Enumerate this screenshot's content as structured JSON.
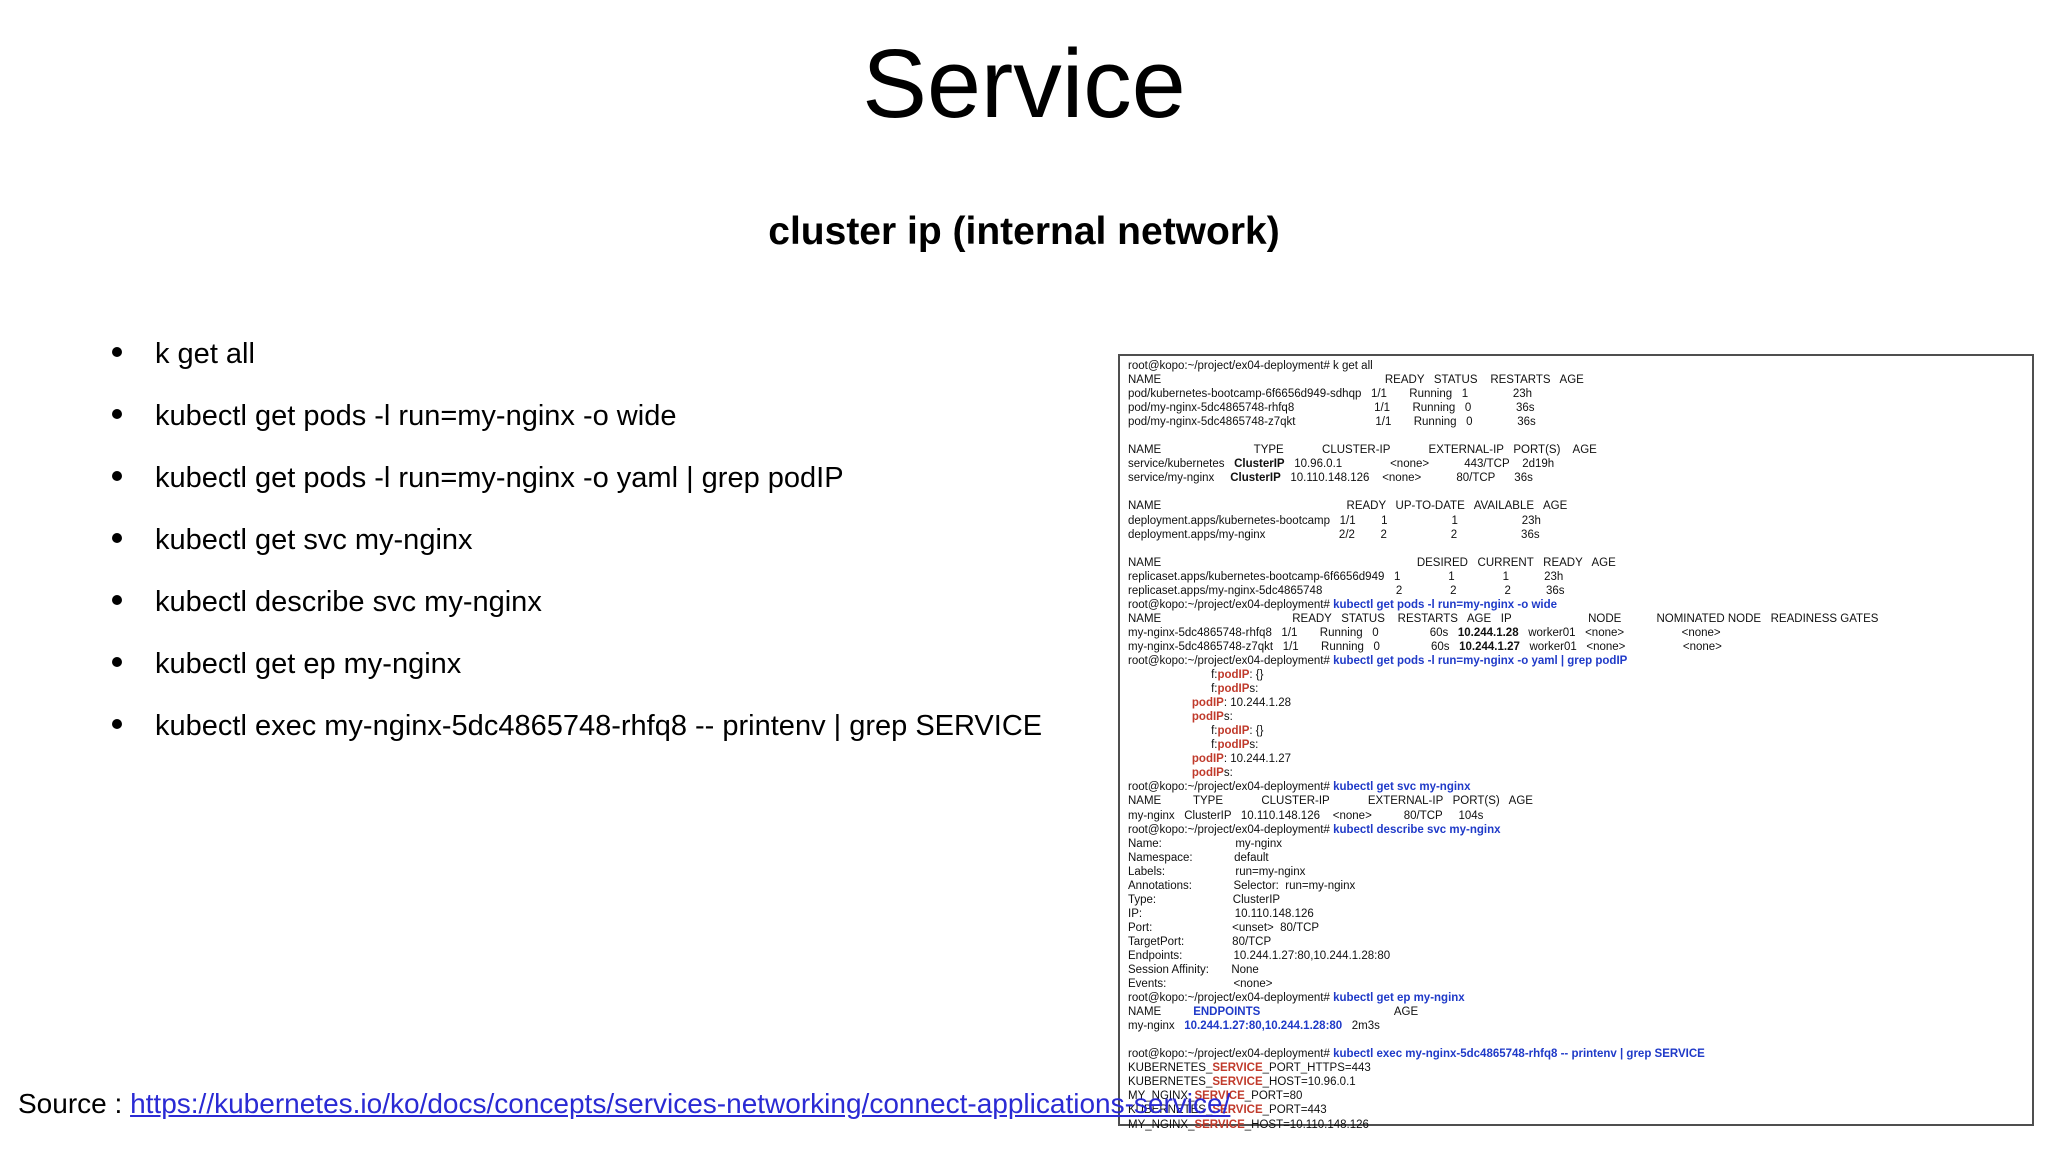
{
  "slide": {
    "title": "Service",
    "subtitle": "cluster ip (internal network)"
  },
  "bullets": [
    "k get all",
    "kubectl get pods -l run=my-nginx -o wide",
    "kubectl get pods -l run=my-nginx -o yaml | grep podIP",
    "kubectl get svc my-nginx",
    "kubectl describe svc my-nginx",
    "kubectl get ep my-nginx",
    "kubectl exec my-nginx-5dc4865748-rhfq8 -- printenv | grep SERVICE"
  ],
  "source": {
    "label": "Source : ",
    "url_text": "https://kubernetes.io/ko/docs/concepts/services-networking/connect-applications-service/"
  },
  "colors": {
    "command_blue": "#1f3ac8",
    "highlight_red": "#c03a2b",
    "link_blue": "#2a2ad4",
    "terminal_border": "#4f4f4f"
  },
  "terminal": {
    "prompt": "root@kopo:~/project/ex04-deployment#",
    "lines": [
      [
        [
          "root@kopo:~/project/ex04-deployment# k get all",
          ""
        ]
      ],
      [
        [
          "NAME                                                                      READY   STATUS    RESTARTS   AGE",
          ""
        ]
      ],
      [
        [
          "pod/kubernetes-bootcamp-6f6656d949-sdhqp   1/1       Running   1              23h",
          ""
        ]
      ],
      [
        [
          "pod/my-nginx-5dc4865748-rhfq8                         1/1       Running   0              36s",
          ""
        ]
      ],
      [
        [
          "pod/my-nginx-5dc4865748-z7qkt                         1/1       Running   0              36s",
          ""
        ]
      ],
      [],
      [
        [
          "NAME                             TYPE            CLUSTER-IP            EXTERNAL-IP   PORT(S)    AGE",
          ""
        ]
      ],
      [
        [
          "service/kubernetes   ",
          ""
        ],
        [
          "ClusterIP",
          "b"
        ],
        [
          "   10.96.0.1               <none>           443/TCP    2d19h",
          ""
        ]
      ],
      [
        [
          "service/my-nginx     ",
          ""
        ],
        [
          "ClusterIP",
          "b"
        ],
        [
          "   10.110.148.126    <none>           80/TCP      36s",
          ""
        ]
      ],
      [],
      [
        [
          "NAME                                                          READY   UP-TO-DATE   AVAILABLE   AGE",
          ""
        ]
      ],
      [
        [
          "deployment.apps/kubernetes-bootcamp   1/1        1                    1                    23h",
          ""
        ]
      ],
      [
        [
          "deployment.apps/my-nginx                       2/2        2                    2                    36s",
          ""
        ]
      ],
      [],
      [
        [
          "NAME                                                                                DESIRED   CURRENT   READY   AGE",
          ""
        ]
      ],
      [
        [
          "replicaset.apps/kubernetes-bootcamp-6f6656d949   1               1               1           23h",
          ""
        ]
      ],
      [
        [
          "replicaset.apps/my-nginx-5dc4865748                       2               2               2           36s",
          ""
        ]
      ],
      [
        [
          "root@kopo:~/project/ex04-deployment# ",
          ""
        ],
        [
          "kubectl get pods -l run=my-nginx -o wide",
          "c"
        ]
      ],
      [
        [
          "NAME                                         READY   STATUS    RESTARTS   AGE   IP                        NODE           NOMINATED NODE   READINESS GATES",
          ""
        ]
      ],
      [
        [
          "my-nginx-5dc4865748-rhfq8   1/1       Running   0                60s   ",
          ""
        ],
        [
          "10.244.1.28",
          "b"
        ],
        [
          "   worker01   <none>                  <none>",
          ""
        ]
      ],
      [
        [
          "my-nginx-5dc4865748-z7qkt   1/1       Running   0                60s   ",
          ""
        ],
        [
          "10.244.1.27",
          "b"
        ],
        [
          "   worker01   <none>                  <none>",
          ""
        ]
      ],
      [
        [
          "root@kopo:~/project/ex04-deployment# ",
          ""
        ],
        [
          "kubectl get pods -l run=my-nginx -o yaml | grep podIP",
          "c"
        ]
      ],
      [
        [
          "                          f:",
          ""
        ],
        [
          "podIP",
          "r"
        ],
        [
          ": {}",
          ""
        ]
      ],
      [
        [
          "                          f:",
          ""
        ],
        [
          "podIP",
          "r"
        ],
        [
          "s:",
          ""
        ]
      ],
      [
        [
          "                    ",
          ""
        ],
        [
          "podIP",
          "r"
        ],
        [
          ": 10.244.1.28",
          ""
        ]
      ],
      [
        [
          "                    ",
          ""
        ],
        [
          "podIP",
          "r"
        ],
        [
          "s:",
          ""
        ]
      ],
      [
        [
          "                          f:",
          ""
        ],
        [
          "podIP",
          "r"
        ],
        [
          ": {}",
          ""
        ]
      ],
      [
        [
          "                          f:",
          ""
        ],
        [
          "podIP",
          "r"
        ],
        [
          "s:",
          ""
        ]
      ],
      [
        [
          "                    ",
          ""
        ],
        [
          "podIP",
          "r"
        ],
        [
          ": 10.244.1.27",
          ""
        ]
      ],
      [
        [
          "                    ",
          ""
        ],
        [
          "podIP",
          "r"
        ],
        [
          "s:",
          ""
        ]
      ],
      [
        [
          "root@kopo:~/project/ex04-deployment# ",
          ""
        ],
        [
          "kubectl get svc my-nginx",
          "c"
        ]
      ],
      [
        [
          "NAME          TYPE            CLUSTER-IP            EXTERNAL-IP   PORT(S)   AGE",
          ""
        ]
      ],
      [
        [
          "my-nginx   ClusterIP   10.110.148.126    <none>          80/TCP     104s",
          ""
        ]
      ],
      [
        [
          "root@kopo:~/project/ex04-deployment# ",
          ""
        ],
        [
          "kubectl describe svc my-nginx",
          "c"
        ]
      ],
      [
        [
          "Name:                       my-nginx",
          ""
        ]
      ],
      [
        [
          "Namespace:             default",
          ""
        ]
      ],
      [
        [
          "Labels:                      run=my-nginx",
          ""
        ]
      ],
      [
        [
          "Annotations:             Selector:  run=my-nginx",
          ""
        ]
      ],
      [
        [
          "Type:                        ClusterIP",
          ""
        ]
      ],
      [
        [
          "IP:                             10.110.148.126",
          ""
        ]
      ],
      [
        [
          "Port:                         <unset>  80/TCP",
          ""
        ]
      ],
      [
        [
          "TargetPort:               80/TCP",
          ""
        ]
      ],
      [
        [
          "Endpoints:                10.244.1.27:80,10.244.1.28:80",
          ""
        ]
      ],
      [
        [
          "Session Affinity:       None",
          ""
        ]
      ],
      [
        [
          "Events:                     <none>",
          ""
        ]
      ],
      [
        [
          "root@kopo:~/project/ex04-deployment# ",
          ""
        ],
        [
          "kubectl get ep my-nginx",
          "c"
        ]
      ],
      [
        [
          "NAME          ",
          ""
        ],
        [
          "ENDPOINTS",
          "c"
        ],
        [
          "                                          AGE",
          ""
        ]
      ],
      [
        [
          "my-nginx   ",
          ""
        ],
        [
          "10.244.1.27:80,10.244.1.28:80",
          "c"
        ],
        [
          "   2m3s",
          ""
        ]
      ],
      [],
      [
        [
          "root@kopo:~/project/ex04-deployment# ",
          ""
        ],
        [
          "kubectl exec my-nginx-5dc4865748-rhfq8 -- printenv | grep SERVICE",
          "c"
        ]
      ],
      [
        [
          "KUBERNETES_",
          ""
        ],
        [
          "SERVICE",
          "r"
        ],
        [
          "_PORT_HTTPS=443",
          ""
        ]
      ],
      [
        [
          "KUBERNETES_",
          ""
        ],
        [
          "SERVICE",
          "r"
        ],
        [
          "_HOST=10.96.0.1",
          ""
        ]
      ],
      [
        [
          "MY_NGINX_",
          ""
        ],
        [
          "SERVICE",
          "r"
        ],
        [
          "_PORT=80",
          ""
        ]
      ],
      [
        [
          "KUBERNETES_",
          ""
        ],
        [
          "SERVICE",
          "r"
        ],
        [
          "_PORT=443",
          ""
        ]
      ],
      [
        [
          "MY_NGINX_",
          ""
        ],
        [
          "SERVICE",
          "r"
        ],
        [
          "_HOST=10.110.148.126",
          ""
        ]
      ]
    ]
  }
}
